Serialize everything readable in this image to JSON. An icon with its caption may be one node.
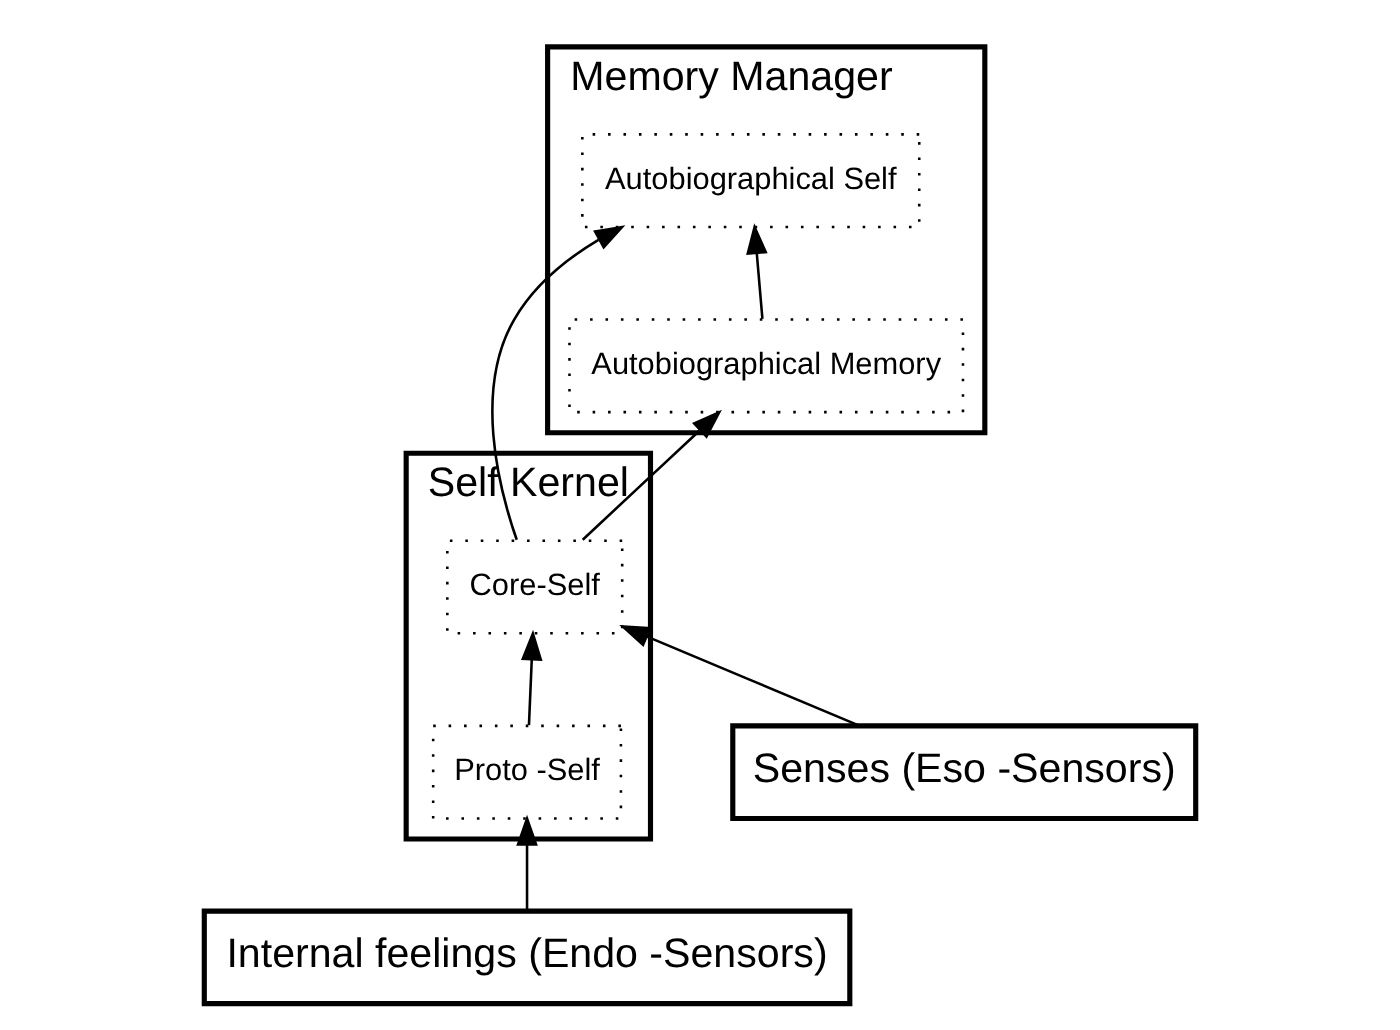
{
  "diagram": {
    "nodes": [
      {
        "text": [
          "Memory Manager"
        ]
      },
      {
        "text": [
          "Autobiographical Self"
        ],
        "in": 0
      },
      {
        "text": [
          "Autobiographical Memory"
        ],
        "in": 0
      },
      {
        "text": [
          "Senses (Eso -Sensors)"
        ]
      },
      {
        "text": [
          "Self Kernel"
        ]
      },
      {
        "text": [
          "Core-Self"
        ],
        "in": 4
      },
      {
        "text": [
          "Proto -Self"
        ],
        "in": 4
      },
      {
        "text": [
          "Internal feelings (Endo -Sensors)"
        ]
      }
    ],
    "edges": [
      {
        "from": 2,
        "to": 1,
        "arrow": "to"
      },
      {
        "from": 5,
        "to": 2,
        "arrow": "to"
      },
      {
        "from": 5,
        "to": 1,
        "arrow": "to"
      },
      {
        "from": 3,
        "to": 5,
        "arrow": "to"
      },
      {
        "from": 6,
        "to": 5,
        "arrow": "to"
      },
      {
        "from": 7,
        "to": 6,
        "arrow": "to"
      }
    ]
  }
}
